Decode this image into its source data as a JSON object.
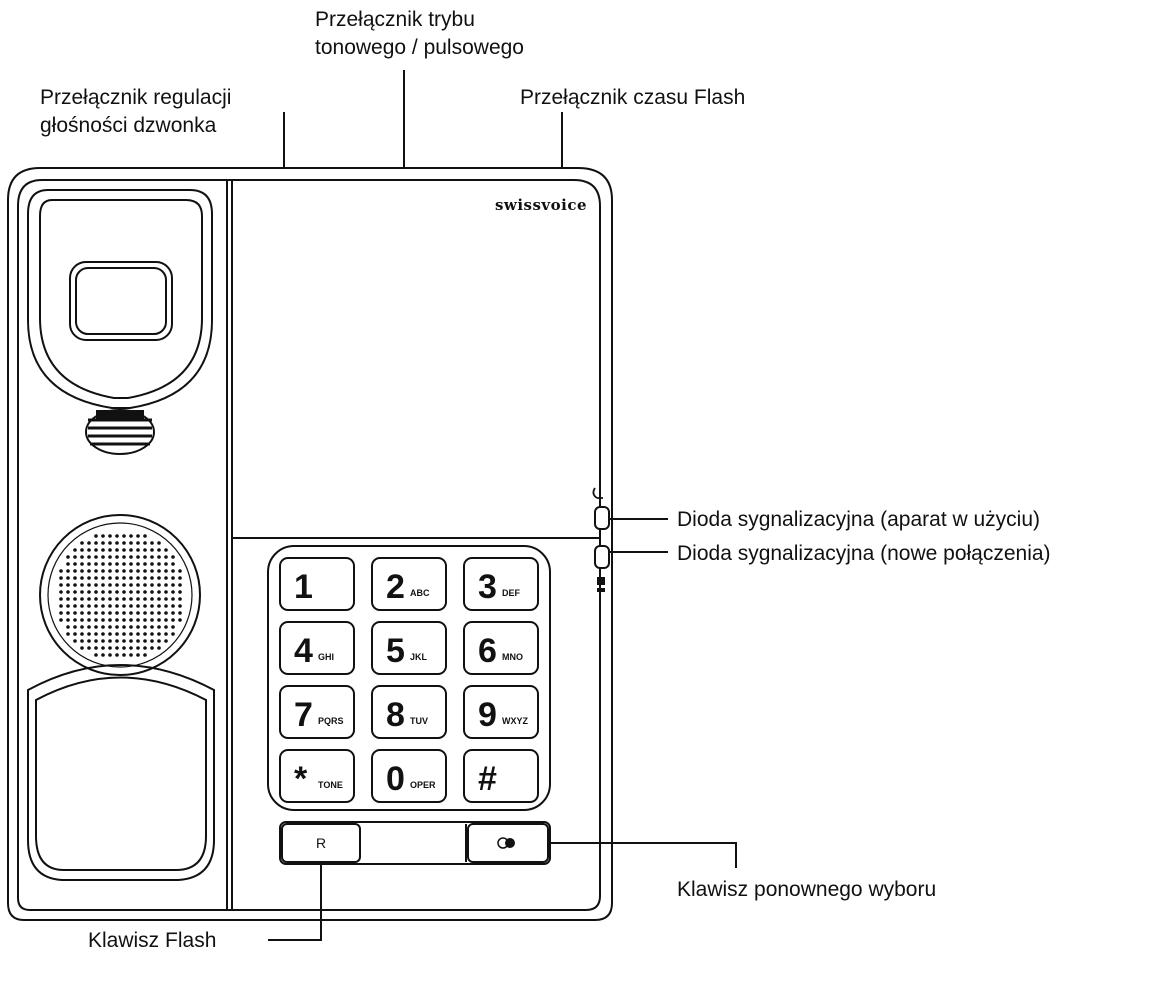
{
  "labels": {
    "ringer_volume_line1": "Przełącznik regulacji",
    "ringer_volume_line2": "głośności dzwonka",
    "tone_pulse_line1": "Przełącznik trybu",
    "tone_pulse_line2": "tonowego / pulsowego",
    "flash_time": "Przełącznik czasu Flash",
    "led_in_use": "Dioda sygnalizacyjna (aparat w użyciu)",
    "led_new_calls": "Dioda sygnalizacyjna (nowe połączenia)",
    "redial_key": "Klawisz ponownego wyboru",
    "flash_key": "Klawisz Flash"
  },
  "brand": "swissvoice",
  "keypad": [
    {
      "digit": "1",
      "sub": ""
    },
    {
      "digit": "2",
      "sub": "ABC"
    },
    {
      "digit": "3",
      "sub": "DEF"
    },
    {
      "digit": "4",
      "sub": "GHI"
    },
    {
      "digit": "5",
      "sub": "JKL"
    },
    {
      "digit": "6",
      "sub": "MNO"
    },
    {
      "digit": "7",
      "sub": "PQRS"
    },
    {
      "digit": "8",
      "sub": "TUV"
    },
    {
      "digit": "9",
      "sub": "WXYZ"
    },
    {
      "digit": "*",
      "sub": "TONE"
    },
    {
      "digit": "0",
      "sub": "OPER"
    },
    {
      "digit": "#",
      "sub": ""
    }
  ],
  "buttons": {
    "flash": "R"
  },
  "icons": {
    "redial": "redial-icon",
    "led_handset": "handset-led-icon",
    "led_envelope": "message-led-icon"
  }
}
